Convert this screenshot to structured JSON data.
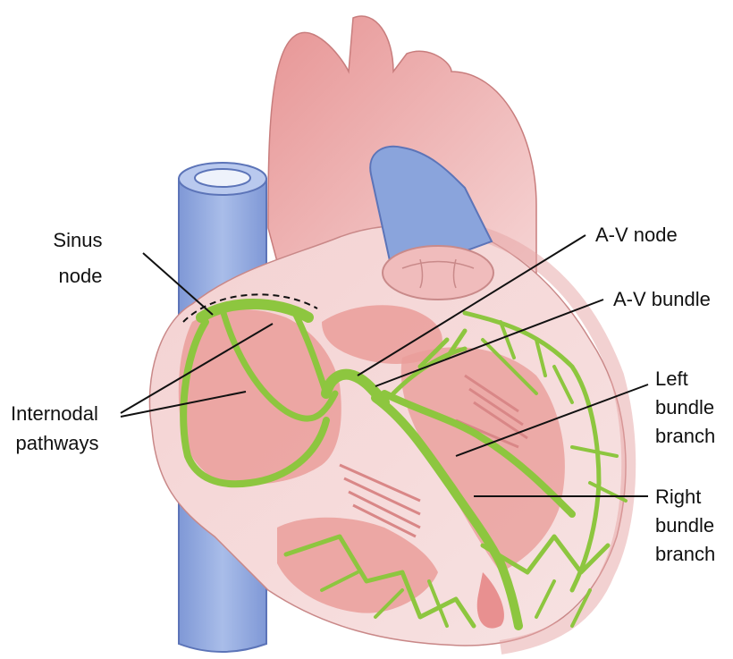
{
  "colors": {
    "heart_wall": "#f2c6c6",
    "heart_wall_dark": "#e59d9d",
    "chamber": "#ea9e9a",
    "vein": "#8aa4dc",
    "vein_outline": "#5c74b8",
    "conduction": "#8dc63f",
    "background": "#ffffff"
  },
  "labels": {
    "sinus_node": [
      "Sinus",
      "node"
    ],
    "internodal_pathways": [
      "Internodal",
      "pathways"
    ],
    "av_node": [
      "A-V node"
    ],
    "av_bundle": [
      "A-V bundle"
    ],
    "left_bundle_branch": [
      "Left",
      "bundle",
      "branch"
    ],
    "right_bundle_branch": [
      "Right",
      "bundle",
      "branch"
    ]
  }
}
